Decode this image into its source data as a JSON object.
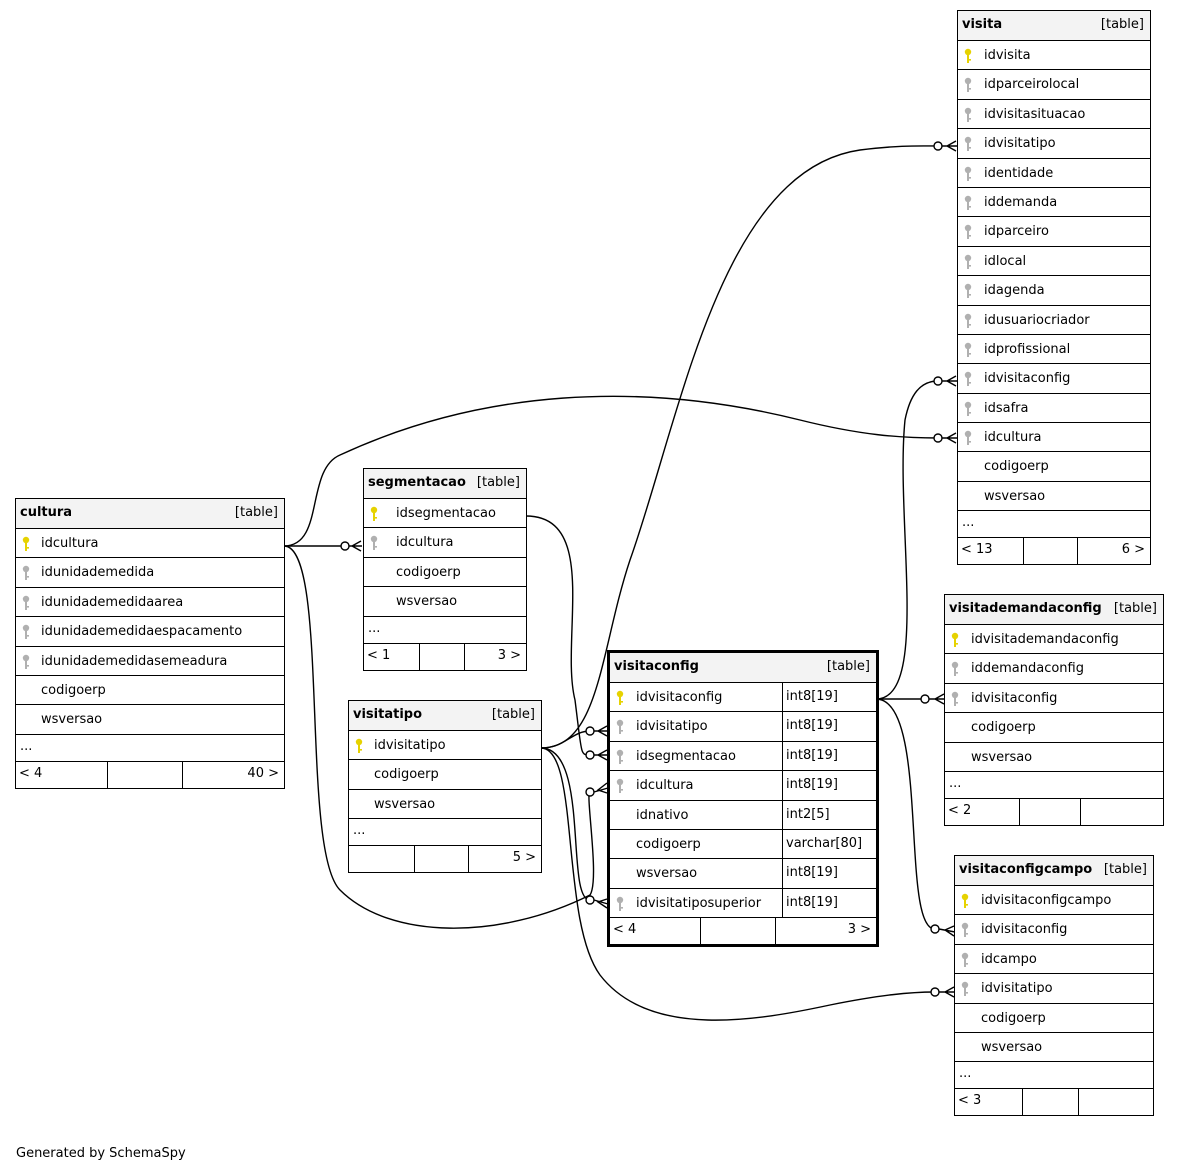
{
  "footer": "Generated by SchemaSpy",
  "colors": {
    "primary_key": "#e6d200",
    "foreign_key": "#b0b0b0",
    "header_bg": "#f3f3f3"
  },
  "tables": {
    "visita": {
      "name": "visita",
      "type": "[table]",
      "columns": [
        {
          "name": "idvisita",
          "key": "pk"
        },
        {
          "name": "idparceirolocal",
          "key": "fk"
        },
        {
          "name": "idvisitasituacao",
          "key": "fk"
        },
        {
          "name": "idvisitatipo",
          "key": "fk"
        },
        {
          "name": "identidade",
          "key": "fk"
        },
        {
          "name": "iddemanda",
          "key": "fk"
        },
        {
          "name": "idparceiro",
          "key": "fk"
        },
        {
          "name": "idlocal",
          "key": "fk"
        },
        {
          "name": "idagenda",
          "key": "fk"
        },
        {
          "name": "idusuariocriador",
          "key": "fk"
        },
        {
          "name": "idprofissional",
          "key": "fk"
        },
        {
          "name": "idvisitaconfig",
          "key": "fk"
        },
        {
          "name": "idsafra",
          "key": "fk"
        },
        {
          "name": "idcultura",
          "key": "fk"
        },
        {
          "name": "codigoerp",
          "key": ""
        },
        {
          "name": "wsversao",
          "key": ""
        }
      ],
      "more": "...",
      "parents": "< 13",
      "children": "6 >"
    },
    "cultura": {
      "name": "cultura",
      "type": "[table]",
      "columns": [
        {
          "name": "idcultura",
          "key": "pk"
        },
        {
          "name": "idunidademedida",
          "key": "fk"
        },
        {
          "name": "idunidademedidaarea",
          "key": "fk"
        },
        {
          "name": "idunidademedidaespacamento",
          "key": "fk"
        },
        {
          "name": "idunidademedidasemeadura",
          "key": "fk"
        },
        {
          "name": "codigoerp",
          "key": ""
        },
        {
          "name": "wsversao",
          "key": ""
        }
      ],
      "more": "...",
      "parents": "< 4",
      "children": "40 >"
    },
    "segmentacao": {
      "name": "segmentacao",
      "type": "[table]",
      "columns": [
        {
          "name": "idsegmentacao",
          "key": "pk"
        },
        {
          "name": "idcultura",
          "key": "fk"
        },
        {
          "name": "codigoerp",
          "key": ""
        },
        {
          "name": "wsversao",
          "key": ""
        }
      ],
      "more": "...",
      "parents": "< 1",
      "children": "3 >"
    },
    "visitatipo": {
      "name": "visitatipo",
      "type": "[table]",
      "columns": [
        {
          "name": "idvisitatipo",
          "key": "pk"
        },
        {
          "name": "codigoerp",
          "key": ""
        },
        {
          "name": "wsversao",
          "key": ""
        }
      ],
      "more": "...",
      "parents": "",
      "children": "5 >"
    },
    "visitaconfig": {
      "name": "visitaconfig",
      "type": "[table]",
      "columns": [
        {
          "name": "idvisitaconfig",
          "key": "pk",
          "type": "int8[19]"
        },
        {
          "name": "idvisitatipo",
          "key": "fk",
          "type": "int8[19]"
        },
        {
          "name": "idsegmentacao",
          "key": "fk",
          "type": "int8[19]"
        },
        {
          "name": "idcultura",
          "key": "fk",
          "type": "int8[19]"
        },
        {
          "name": "idnativo",
          "key": "",
          "type": "int2[5]"
        },
        {
          "name": "codigoerp",
          "key": "",
          "type": "varchar[80]"
        },
        {
          "name": "wsversao",
          "key": "",
          "type": "int8[19]"
        },
        {
          "name": "idvisitatiposuperior",
          "key": "fk",
          "type": "int8[19]"
        }
      ],
      "more": "",
      "parents": "< 4",
      "children": "3 >"
    },
    "visitademandaconfig": {
      "name": "visitademandaconfig",
      "type": "[table]",
      "columns": [
        {
          "name": "idvisitademandaconfig",
          "key": "pk"
        },
        {
          "name": "iddemandaconfig",
          "key": "fk"
        },
        {
          "name": "idvisitaconfig",
          "key": "fk"
        },
        {
          "name": "codigoerp",
          "key": ""
        },
        {
          "name": "wsversao",
          "key": ""
        }
      ],
      "more": "...",
      "parents": "< 2",
      "children": ""
    },
    "visitaconfigcampo": {
      "name": "visitaconfigcampo",
      "type": "[table]",
      "columns": [
        {
          "name": "idvisitaconfigcampo",
          "key": "pk"
        },
        {
          "name": "idvisitaconfig",
          "key": "fk"
        },
        {
          "name": "idcampo",
          "key": "fk"
        },
        {
          "name": "idvisitatipo",
          "key": "fk"
        },
        {
          "name": "codigoerp",
          "key": ""
        },
        {
          "name": "wsversao",
          "key": ""
        }
      ],
      "more": "...",
      "parents": "< 3",
      "children": ""
    }
  }
}
